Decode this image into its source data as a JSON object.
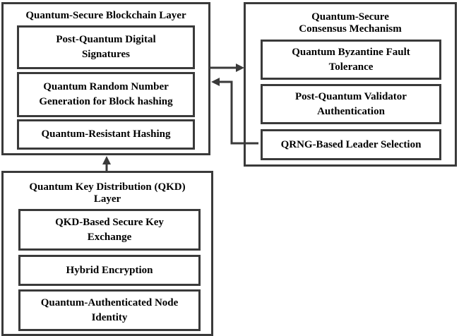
{
  "blockchain_layer": {
    "title": "Quantum-Secure Blockchain Layer",
    "components": [
      "Post-Quantum Digital Signatures",
      "Quantum Random Number Generation for Block hashing",
      "Quantum-Resistant Hashing"
    ]
  },
  "consensus_layer": {
    "title": "Quantum-Secure Consensus Mechanism",
    "components": [
      "Quantum Byzantine Fault Tolerance",
      "Post-Quantum Validator Authentication",
      "QRNG-Based Leader Selection"
    ]
  },
  "qkd_layer": {
    "title": "Quantum Key Distribution (QKD) Layer",
    "components": [
      "QKD-Based Secure Key Exchange",
      "Hybrid Encryption",
      "Quantum-Authenticated Node Identity"
    ]
  },
  "colors": {
    "border": "#3a3a3a",
    "background": "#ffffff",
    "text": "#000000"
  }
}
